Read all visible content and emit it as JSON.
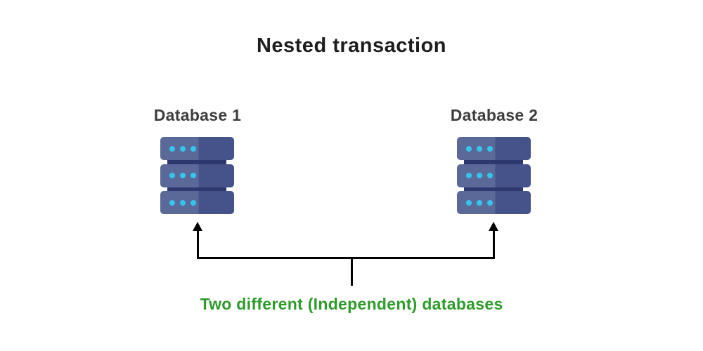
{
  "title": "Nested transaction",
  "databases": [
    {
      "label": "Database 1",
      "icon": "server-icon",
      "rows": 3,
      "dots_per_row": 3
    },
    {
      "label": "Database 2",
      "icon": "server-icon",
      "rows": 3,
      "dots_per_row": 3
    }
  ],
  "caption": "Two different (Independent) databases",
  "colors": {
    "background": "#ffffff",
    "title_text": "#1d1d1d",
    "label_text": "#3d3d3d",
    "caption_text": "#2e9b2a",
    "server_body_light": "#5b6999",
    "server_body_dark": "#45538a",
    "server_backdrop": "#2d396e",
    "server_dot": "#35c4eb",
    "connector_line": "#000000"
  }
}
